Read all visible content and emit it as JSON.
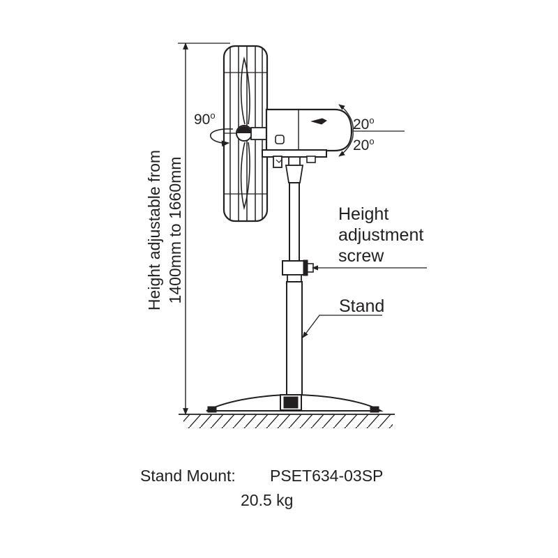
{
  "labels": {
    "rotate_angle": "90",
    "tilt_up_angle": "20",
    "tilt_down_angle": "20",
    "degree_mark": "o",
    "height_line1": "Height adjustable from",
    "height_line2": "1400mm to 1660mm",
    "adjust_line1": "Height",
    "adjust_line2": "adjustment",
    "adjust_line3": "screw",
    "stand": "Stand"
  },
  "caption": {
    "model_label": "Stand Mount:",
    "model_number": "PSET634-03SP",
    "weight": "20.5 kg"
  },
  "colors": {
    "ink": "#231f20",
    "background": "#ffffff"
  }
}
